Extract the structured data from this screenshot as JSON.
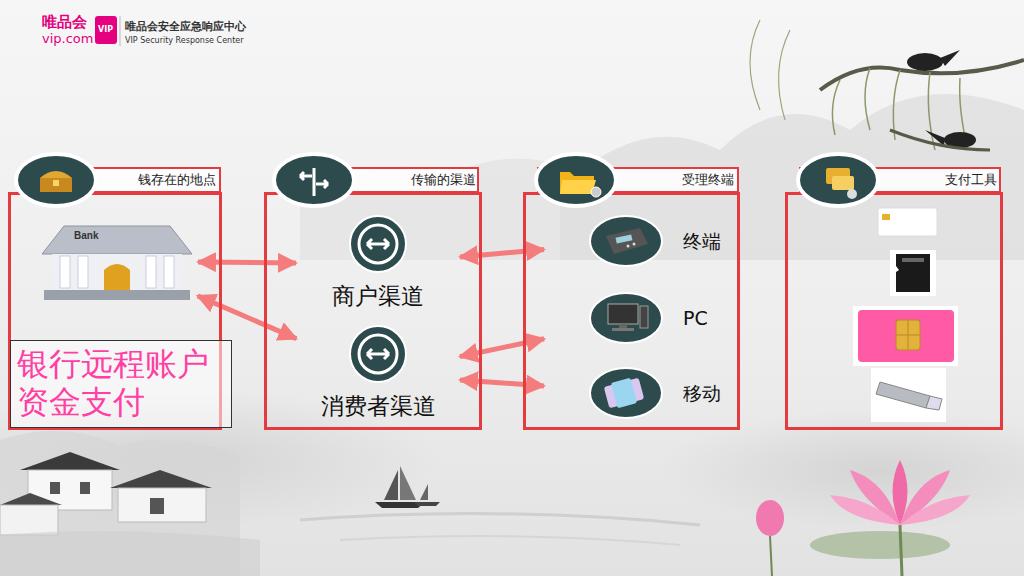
{
  "diagram": {
    "nodes": [
      {
        "text": [
          "钱存在的地点"
        ]
      },
      {
        "text": [
          "Bank"
        ],
        "in": 0
      },
      {
        "text": [
          "银行远程账户 资金支付"
        ],
        "in": 0
      },
      {
        "text": [
          "传输的渠道"
        ]
      },
      {
        "text": [
          "商户渠道"
        ],
        "in": 3
      },
      {
        "text": [
          "消费者渠道"
        ],
        "in": 3
      },
      {
        "text": [
          "受理终端"
        ]
      },
      {
        "text": [
          "终端"
        ],
        "in": 6
      },
      {
        "text": [
          "PC"
        ],
        "in": 6
      },
      {
        "text": [
          "移动"
        ],
        "in": 6
      },
      {
        "text": [
          "支付工具"
        ]
      }
    ],
    "edges": [
      {
        "from": 1,
        "to": 4,
        "arrow": "both"
      },
      {
        "from": 1,
        "to": 5,
        "arrow": "both"
      },
      {
        "from": 4,
        "to": 7,
        "arrow": "both"
      },
      {
        "from": 5,
        "to": 8,
        "arrow": "both"
      },
      {
        "from": 5,
        "to": 9,
        "arrow": "both"
      }
    ],
    "labels": [
      "唯品会",
      "vip.com",
      "VIP",
      "唯品会安全应急响应中心",
      "VIP Security Response Center"
    ]
  }
}
